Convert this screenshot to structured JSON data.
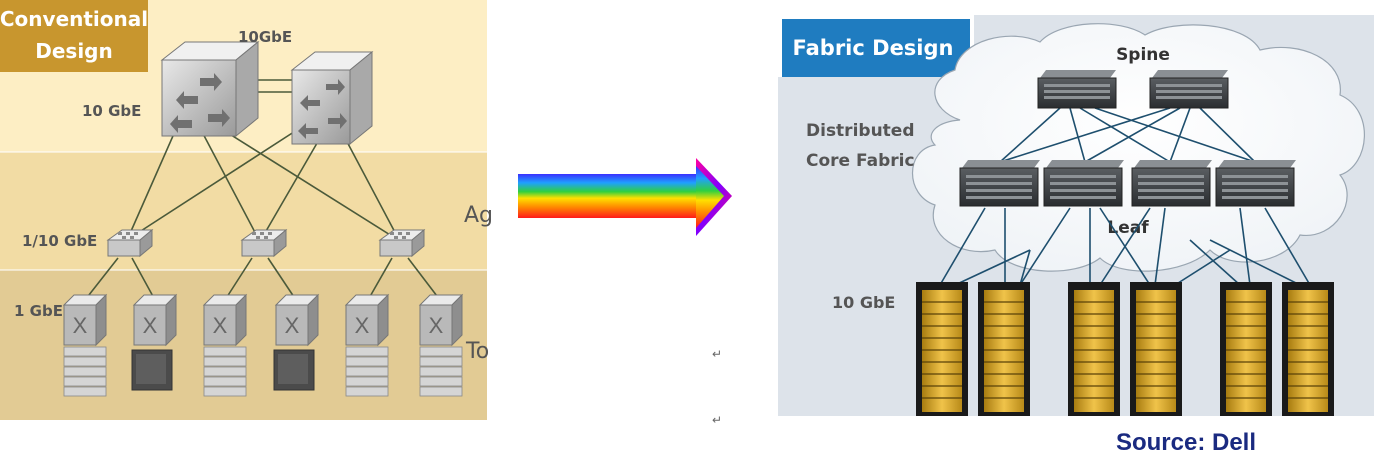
{
  "conventional": {
    "title_line1": "Conventional",
    "title_line2": "Design",
    "label_10gbe_top": "10GbE",
    "label_10gbe_left": "10 GbE",
    "label_1_10gbe": "1/10 GbE",
    "label_1gbe": "1 GbE",
    "label_agg_cut": "Ag",
    "label_tor_cut": "To"
  },
  "fabric": {
    "title": "Fabric Design",
    "spine_label": "Spine",
    "leaf_label": "Leaf",
    "distributed_line1": "Distributed",
    "distributed_line2": "Core Fabric",
    "label_10gbe": "10 GbE",
    "source": "Source: Dell"
  },
  "return_marks": [
    "↵",
    "↵"
  ],
  "colors": {
    "conv_top_band": "#fdeec4",
    "conv_mid_band": "#f2dca4",
    "conv_bottom_band": "#e2cb94",
    "conv_title_bg": "#c8962e",
    "fabric_panel_bg": "#dde3ea",
    "fabric_title_bg": "#1f7cc0",
    "link_color": "#1e4f6e",
    "source_color": "#1a2a80"
  }
}
